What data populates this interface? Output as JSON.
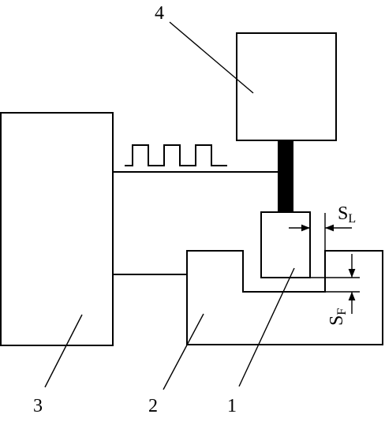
{
  "labels": {
    "part1": "1",
    "part2": "2",
    "part3": "3",
    "part4": "4",
    "sl_main": "S",
    "sl_sub": "L",
    "sf_main": "S",
    "sf_sub": "F"
  },
  "colors": {
    "stroke": "#000000",
    "background": "#ffffff"
  }
}
